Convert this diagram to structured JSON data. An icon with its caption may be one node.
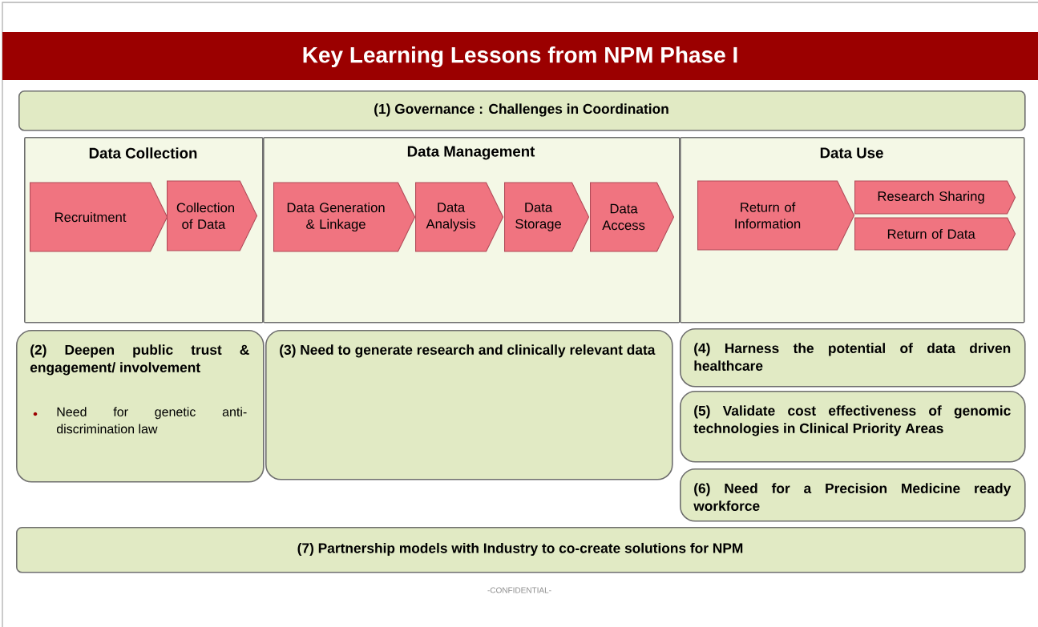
{
  "diagram": {
    "title": "Key Learning Lessons from NPM Phase I",
    "nodes": [
      {
        "text": [
          "(1) Governance : Challenges in Coordination"
        ]
      },
      {
        "text": [
          "Data Collection"
        ]
      },
      {
        "text": [
          "Recruitment"
        ],
        "in": 1
      },
      {
        "text": [
          "Collection of Data"
        ],
        "in": 1
      },
      {
        "text": [
          "Data Management"
        ]
      },
      {
        "text": [
          "Data Generation & Linkage"
        ],
        "in": 4
      },
      {
        "text": [
          "Data Analysis"
        ],
        "in": 4
      },
      {
        "text": [
          "Data Storage"
        ],
        "in": 4
      },
      {
        "text": [
          "Data Access"
        ],
        "in": 4
      },
      {
        "text": [
          "Data Use"
        ]
      },
      {
        "text": [
          "Return of Information"
        ],
        "in": 9
      },
      {
        "text": [
          "Research Sharing"
        ],
        "in": 9
      },
      {
        "text": [
          "Return of Data"
        ],
        "in": 9
      },
      {
        "text": [
          "(2) Deepen public trust & engagement/ involvement",
          "Need for genetic anti-discrimination law"
        ]
      },
      {
        "text": [
          "(3) Need to generate research and clinically relevant data"
        ]
      },
      {
        "text": [
          "(4) Harness the potential of data driven healthcare"
        ]
      },
      {
        "text": [
          "(5) Validate cost effectiveness of genomic technologies in Clinical Priority Areas"
        ]
      },
      {
        "text": [
          "(6) Need for a Precision Medicine ready workforce"
        ]
      },
      {
        "text": [
          "(7) Partnership models with Industry to co-create solutions for NPM"
        ]
      }
    ],
    "labels": [
      "-CONFIDENTIAL-"
    ]
  }
}
